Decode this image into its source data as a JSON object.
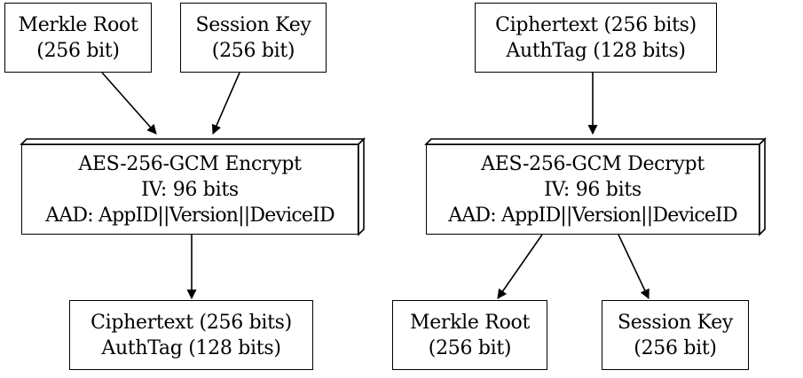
{
  "encrypt_flow": {
    "inputs": {
      "merkle_root": {
        "line1": "Merkle Root",
        "line2": "(256 bit)"
      },
      "session_key": {
        "line1": "Session Key",
        "line2": "(256 bit)"
      }
    },
    "process": {
      "title": "AES-256-GCM Encrypt",
      "iv": "IV: 96 bits",
      "aad": "AAD: AppID||Version||DeviceID"
    },
    "output": {
      "line1": "Ciphertext (256 bits)",
      "line2": "AuthTag (128 bits)"
    }
  },
  "decrypt_flow": {
    "input": {
      "line1": "Ciphertext (256 bits)",
      "line2": "AuthTag (128 bits)"
    },
    "process": {
      "title": "AES-256-GCM Decrypt",
      "iv": "IV: 96 bits",
      "aad": "AAD: AppID||Version||DeviceID"
    },
    "outputs": {
      "merkle_root": {
        "line1": "Merkle Root",
        "line2": "(256 bit)"
      },
      "session_key": {
        "line1": "Session Key",
        "line2": "(256 bit)"
      }
    }
  }
}
